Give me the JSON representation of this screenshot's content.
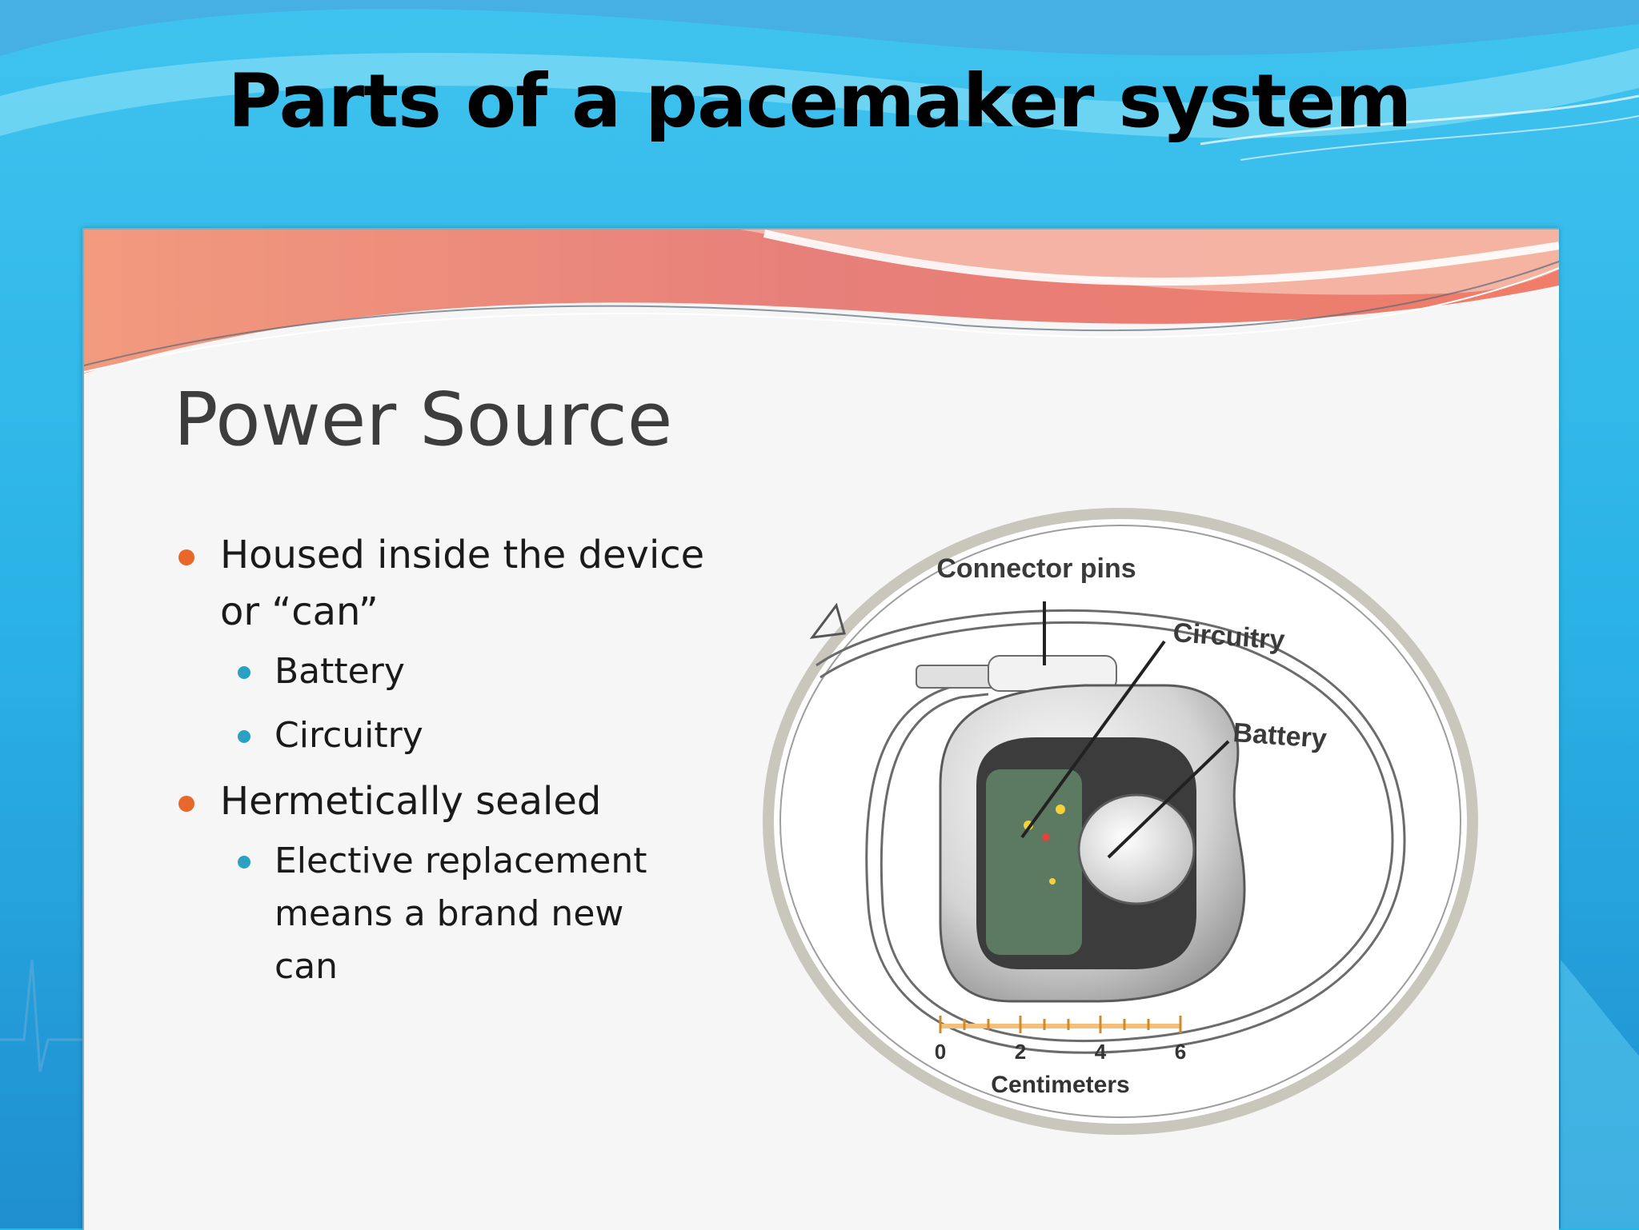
{
  "slide": {
    "title": "Parts of a pacemaker system"
  },
  "panel": {
    "heading": "Power Source",
    "bullets": [
      {
        "text": "Housed inside the device or “can”",
        "sub": [
          "Battery",
          "Circuitry"
        ]
      },
      {
        "text": "Hermetically sealed",
        "sub": [
          "Elective replacement means a brand new can"
        ]
      }
    ]
  },
  "diagram": {
    "labels": {
      "connector_pins": "Connector pins",
      "circuitry": "Circuitry",
      "battery": "Battery",
      "scale_unit": "Centimeters"
    },
    "scale_ticks": [
      "0",
      "2",
      "4",
      "6"
    ]
  },
  "colors": {
    "background_blue": "#27b6e8",
    "accent_orange": "#e8682c",
    "accent_teal": "#2aa1c4",
    "scale_bar": "#f2c07a"
  }
}
